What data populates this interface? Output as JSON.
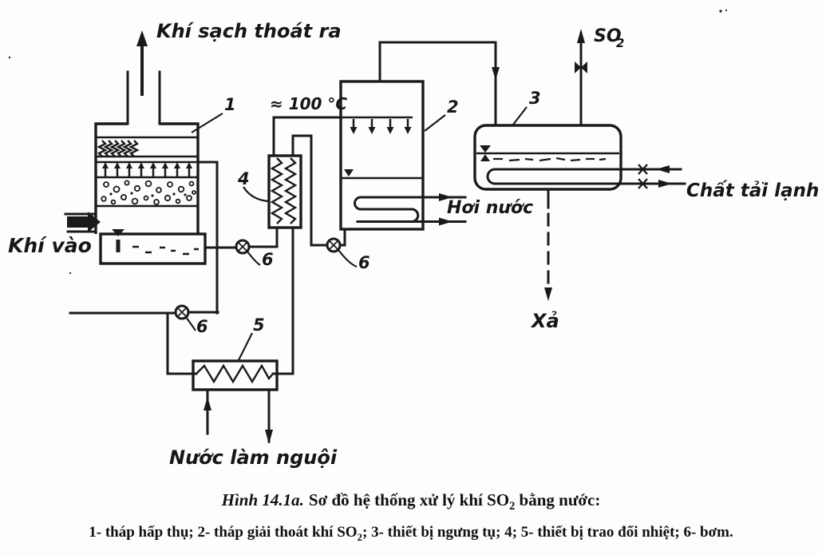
{
  "colors": {
    "ink": "#1a1a1a",
    "paper": "#fdfdfb"
  },
  "diagram": {
    "labels": {
      "clean_gas_out": "Khí sạch thoát ra",
      "gas_in": "Khí vào",
      "temperature": "≈ 100 °C",
      "so2_symbol": "SO",
      "so2_subscript": "2",
      "steam": "Hơi nước",
      "coolant": "Chất tải lạnh",
      "drain": "Xả",
      "cooling_water": "Nước làm nguội"
    },
    "component_numbers": {
      "absorber": "1",
      "stripper": "2",
      "condenser": "3",
      "heat_exchanger_4": "4",
      "heat_exchanger_5": "5",
      "pump": "6"
    }
  },
  "caption": {
    "figure_label": "Hình 14.1a.",
    "title_before_sub": "Sơ đồ hệ thống xử lý khí SO",
    "title_sub": "2",
    "title_after_sub": " bằng nước:"
  },
  "legend": {
    "before_sub": "1- tháp hấp thụ; 2- tháp giải thoát khí SO",
    "sub": "2",
    "after_sub": "; 3- thiết bị ngưng tụ; 4; 5- thiết bị trao đổi nhiệt; 6- bơm."
  }
}
